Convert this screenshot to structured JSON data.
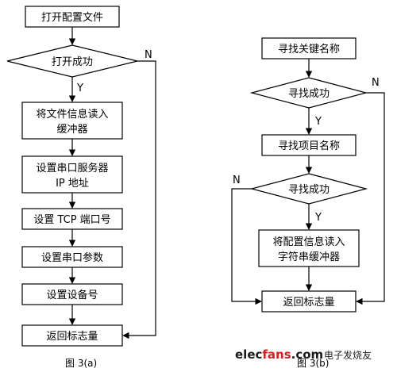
{
  "left_flowchart": {
    "open_config_file": "打开配置文件",
    "open_success": "打开成功",
    "read_file_info": [
      "将文件信息读入",
      "缓冲器"
    ],
    "set_server_ip": [
      "设置串口服务器",
      "IP 地址"
    ],
    "set_tcp_port": "设置 TCP 端口号",
    "set_serial_params": "设置串口参数",
    "set_device_no": "设置设备号",
    "return_flag": "返回标志量",
    "yes_label": "Y",
    "no_label": "N",
    "caption": "图 3(a)"
  },
  "right_flowchart": {
    "find_key_name": "寻找关键名称",
    "find_success_1": "寻找成功",
    "find_item_name": "寻找项目名称",
    "find_success_2": "寻找成功",
    "read_config_info": [
      "将配置信息读入",
      "字符串缓冲器"
    ],
    "return_flag": "返回标志量",
    "yes_label_1": "Y",
    "no_label_1": "N",
    "yes_label_2": "Y",
    "no_label_2": "N",
    "caption": "图 3(b)"
  },
  "watermark": {
    "brand_part1": "elec",
    "brand_part2": "fans",
    "brand_part3": ".com",
    "chinese": "电子发烧友",
    "color_dark": "#1a1a1a",
    "color_red": "#d71e1e"
  }
}
